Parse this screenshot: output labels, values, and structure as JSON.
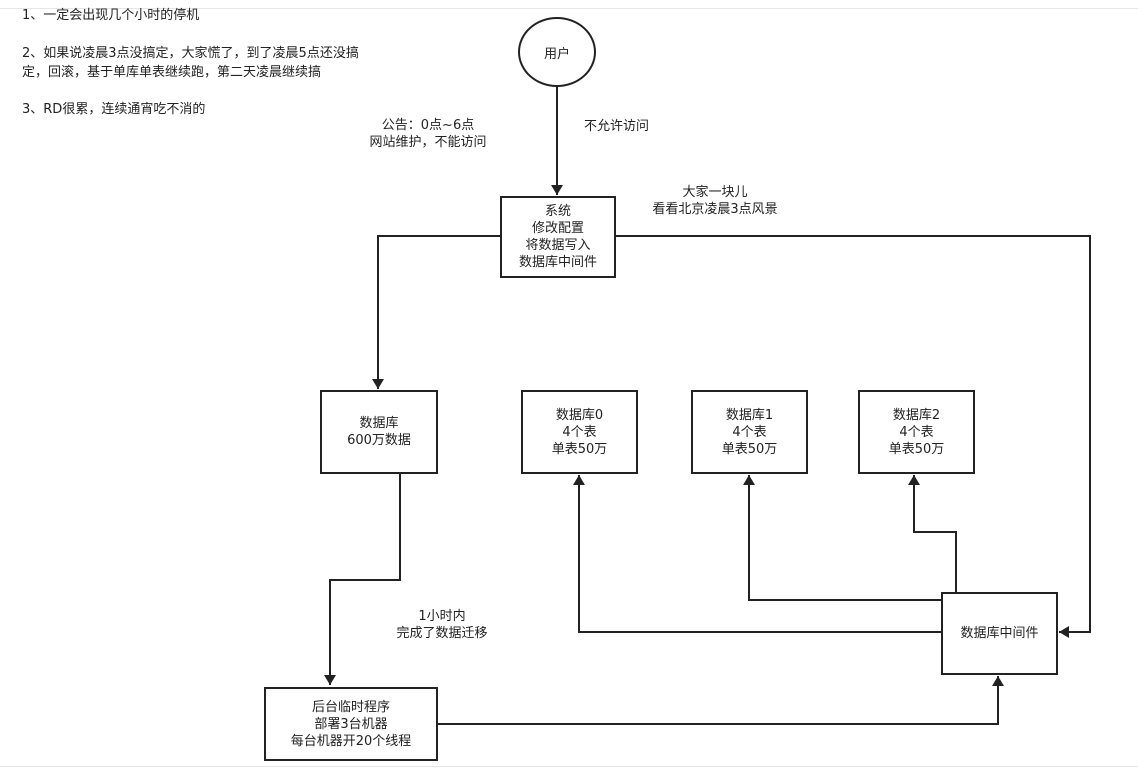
{
  "notes": [
    "1、一定会出现几个小时的停机",
    "2、如果说凌晨3点没搞定，大家慌了，到了凌晨5点还没搞",
    "定，回滚，基于单库单表继续跑，第二天凌晨继续搞",
    "3、RD很累，连续通宵吃不消的"
  ],
  "user": {
    "label": "用户"
  },
  "labels": {
    "notice": [
      "公告：0点~6点",
      "网站维护，不能访问"
    ],
    "deny": "不允许访问",
    "together": [
      "大家一块儿",
      "看看北京凌晨3点风景"
    ],
    "migrate": [
      "1小时内",
      "完成了数据迁移"
    ]
  },
  "boxes": {
    "system": [
      "系统",
      "修改配置",
      "将数据写入",
      "数据库中间件"
    ],
    "db_old": [
      "数据库",
      "600万数据"
    ],
    "db0": [
      "数据库0",
      "4个表",
      "单表50万"
    ],
    "db1": [
      "数据库1",
      "4个表",
      "单表50万"
    ],
    "db2": [
      "数据库2",
      "4个表",
      "单表50万"
    ],
    "middleware": [
      "数据库中间件"
    ],
    "backend": [
      "后台临时程序",
      "部署3台机器",
      "每台机器开20个线程"
    ]
  },
  "colors": {
    "line": "#222222",
    "border": "#222222",
    "background": "#ffffff"
  }
}
